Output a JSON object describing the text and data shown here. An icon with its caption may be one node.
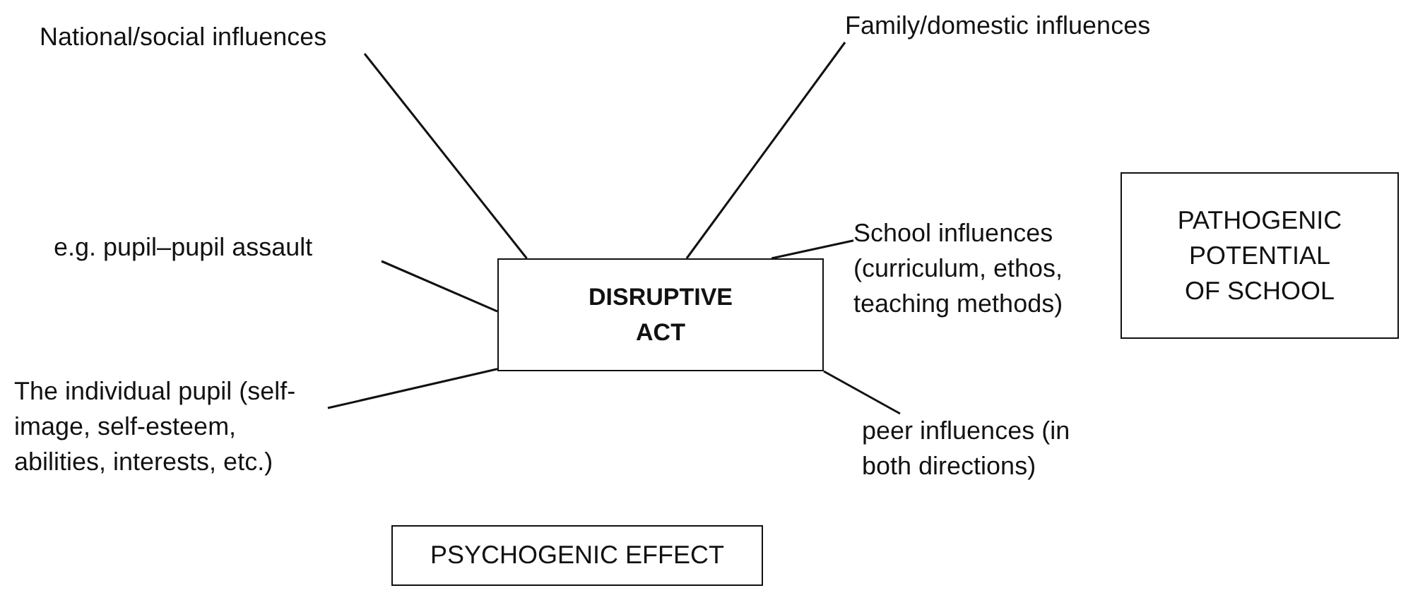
{
  "diagram": {
    "nodes": [
      {
        "text": [
          "DISRUPTIVE ACT"
        ]
      },
      {
        "text": [
          "National/social influences"
        ]
      },
      {
        "text": [
          "Family/domestic influences"
        ]
      },
      {
        "text": [
          "School influences (curriculum, ethos, teaching methods)"
        ]
      },
      {
        "text": [
          "e.g. pupil–pupil assault"
        ]
      },
      {
        "text": [
          "The individual pupil (self-image, self-esteem, abilities, interests, etc.)"
        ]
      },
      {
        "text": [
          "peer influences (in both directions)"
        ]
      },
      {
        "text": [
          "PATHOGENIC POTENTIAL OF SCHOOL"
        ]
      },
      {
        "text": [
          "PSYCHOGENIC EFFECT"
        ]
      }
    ],
    "edges": [
      {
        "from": 1,
        "to": 0,
        "arrow": "none"
      },
      {
        "from": 2,
        "to": 0,
        "arrow": "none"
      },
      {
        "from": 3,
        "to": 0,
        "arrow": "none"
      },
      {
        "from": 4,
        "to": 0,
        "arrow": "none"
      },
      {
        "from": 5,
        "to": 0,
        "arrow": "none"
      },
      {
        "from": 6,
        "to": 0,
        "arrow": "none"
      }
    ]
  }
}
